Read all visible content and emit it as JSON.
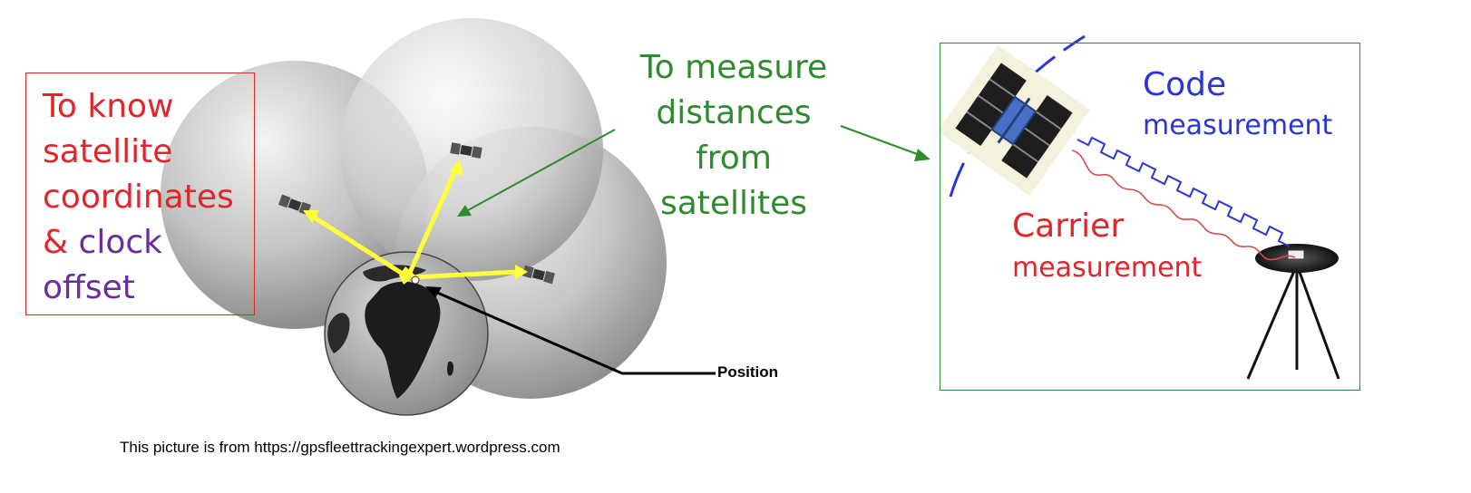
{
  "left_caption": {
    "line1": "To know",
    "line2": "satellite",
    "line3": "coordinates",
    "line4_amp": "&",
    "line4_clock": "clock",
    "line5": "offset"
  },
  "center_caption": {
    "line1": "To measure",
    "line2": "distances",
    "line3": "from",
    "line4": "satellites"
  },
  "measurement_panel": {
    "code_title": "Code",
    "code_subtitle": "measurement",
    "carrier_title": "Carrier",
    "carrier_subtitle": "measurement"
  },
  "position_label": "Position",
  "source_note": "This picture is from https://gpsfleettrackingexpert.wordpress.com",
  "colors": {
    "red": "#e0252b",
    "purple": "#6a2c9e",
    "green": "#2e8b2e",
    "blue": "#2b35d6",
    "yellow": "#ffff3a",
    "carrier_wave": "#d44a4a"
  }
}
